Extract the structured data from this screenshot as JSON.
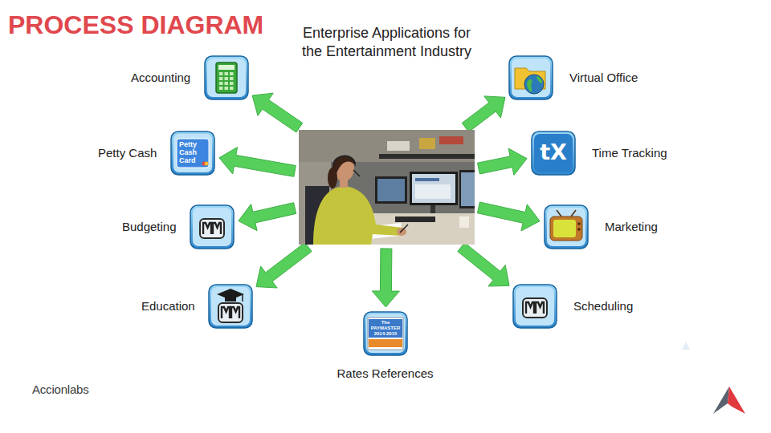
{
  "diagram": {
    "title": "PROCESS DIAGRAM",
    "nodes": [
      {
        "text": [
          "Enterprise Applications for the Entertainment Industry"
        ]
      },
      {
        "text": [
          "Accounting"
        ]
      },
      {
        "text": [
          "Petty Cash",
          "Petty Cash Card"
        ]
      },
      {
        "text": [
          "Budgeting"
        ]
      },
      {
        "text": [
          "Education"
        ]
      },
      {
        "text": [
          "Rates References",
          "The PAYMASTER 2014-2015"
        ]
      },
      {
        "text": [
          "Scheduling"
        ]
      },
      {
        "text": [
          "Marketing"
        ]
      },
      {
        "text": [
          "Time Tracking",
          "tX"
        ]
      },
      {
        "text": [
          "Virtual Office"
        ]
      }
    ],
    "edges": [
      {
        "from": 0,
        "to": 1,
        "arrow": "to"
      },
      {
        "from": 0,
        "to": 2,
        "arrow": "to"
      },
      {
        "from": 0,
        "to": 3,
        "arrow": "to"
      },
      {
        "from": 0,
        "to": 4,
        "arrow": "to"
      },
      {
        "from": 0,
        "to": 5,
        "arrow": "to"
      },
      {
        "from": 0,
        "to": 6,
        "arrow": "to"
      },
      {
        "from": 0,
        "to": 7,
        "arrow": "to"
      },
      {
        "from": 0,
        "to": 8,
        "arrow": "to"
      },
      {
        "from": 0,
        "to": 9,
        "arrow": "to"
      }
    ],
    "labels": [
      "Accionlabs"
    ]
  }
}
